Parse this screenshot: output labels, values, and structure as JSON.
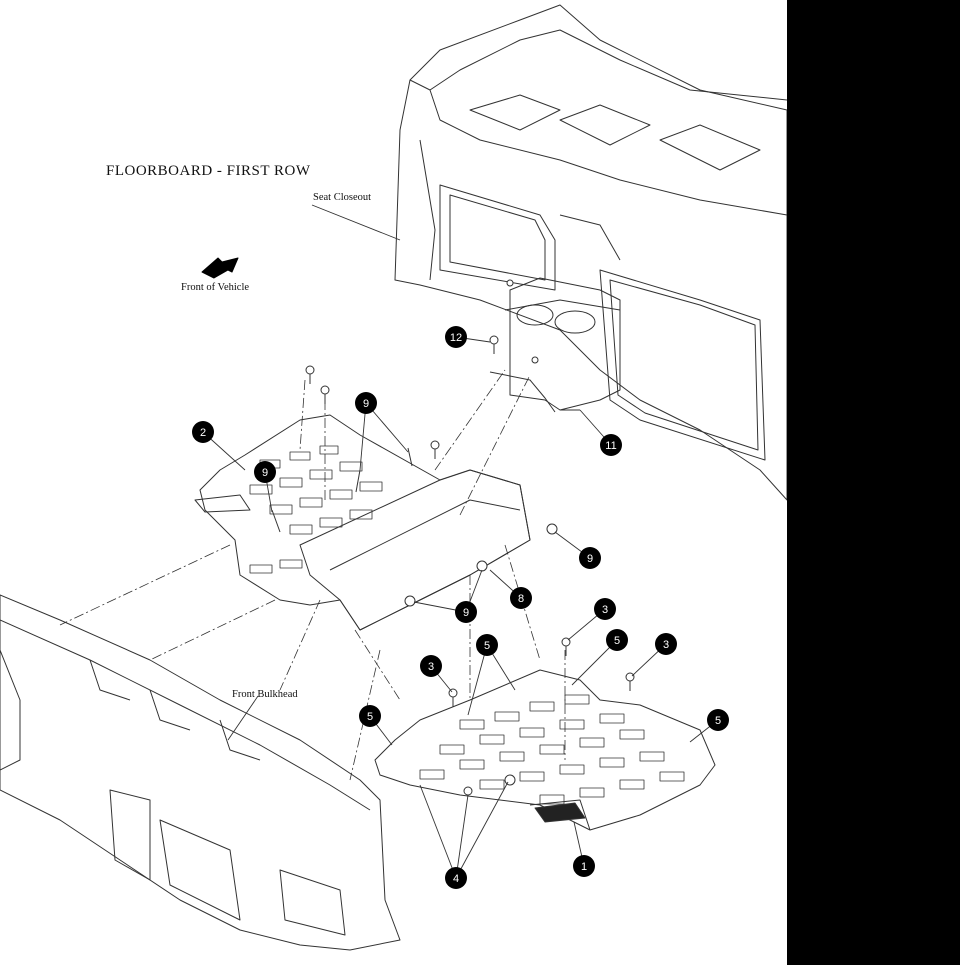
{
  "title": "FLOORBOARD - FIRST ROW",
  "labels": {
    "seat_closeout": "Seat Closeout",
    "front_of_vehicle": "Front of Vehicle",
    "front_bulkhead": "Front Bulkhead"
  },
  "callouts": {
    "c1": "1",
    "c2": "2",
    "c3": "3",
    "c4": "4",
    "c5": "5",
    "c8": "8",
    "c9": "9",
    "c11": "11",
    "c12": "12"
  },
  "colors": {
    "line": "#333333",
    "callout_fill": "#000000",
    "callout_text": "#ffffff",
    "background": "#ffffff",
    "side_bar": "#000000"
  }
}
